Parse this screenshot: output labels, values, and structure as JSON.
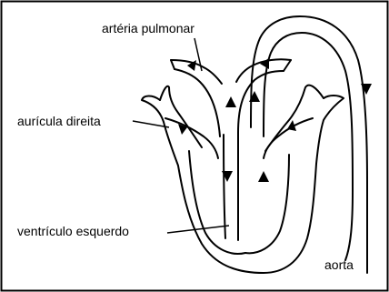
{
  "labels": {
    "pulmonary_artery": "artéria pulmonar",
    "right_atrium": "aurícula direita",
    "left_ventricle": "ventrículo esquerdo",
    "aorta": "aorta"
  }
}
